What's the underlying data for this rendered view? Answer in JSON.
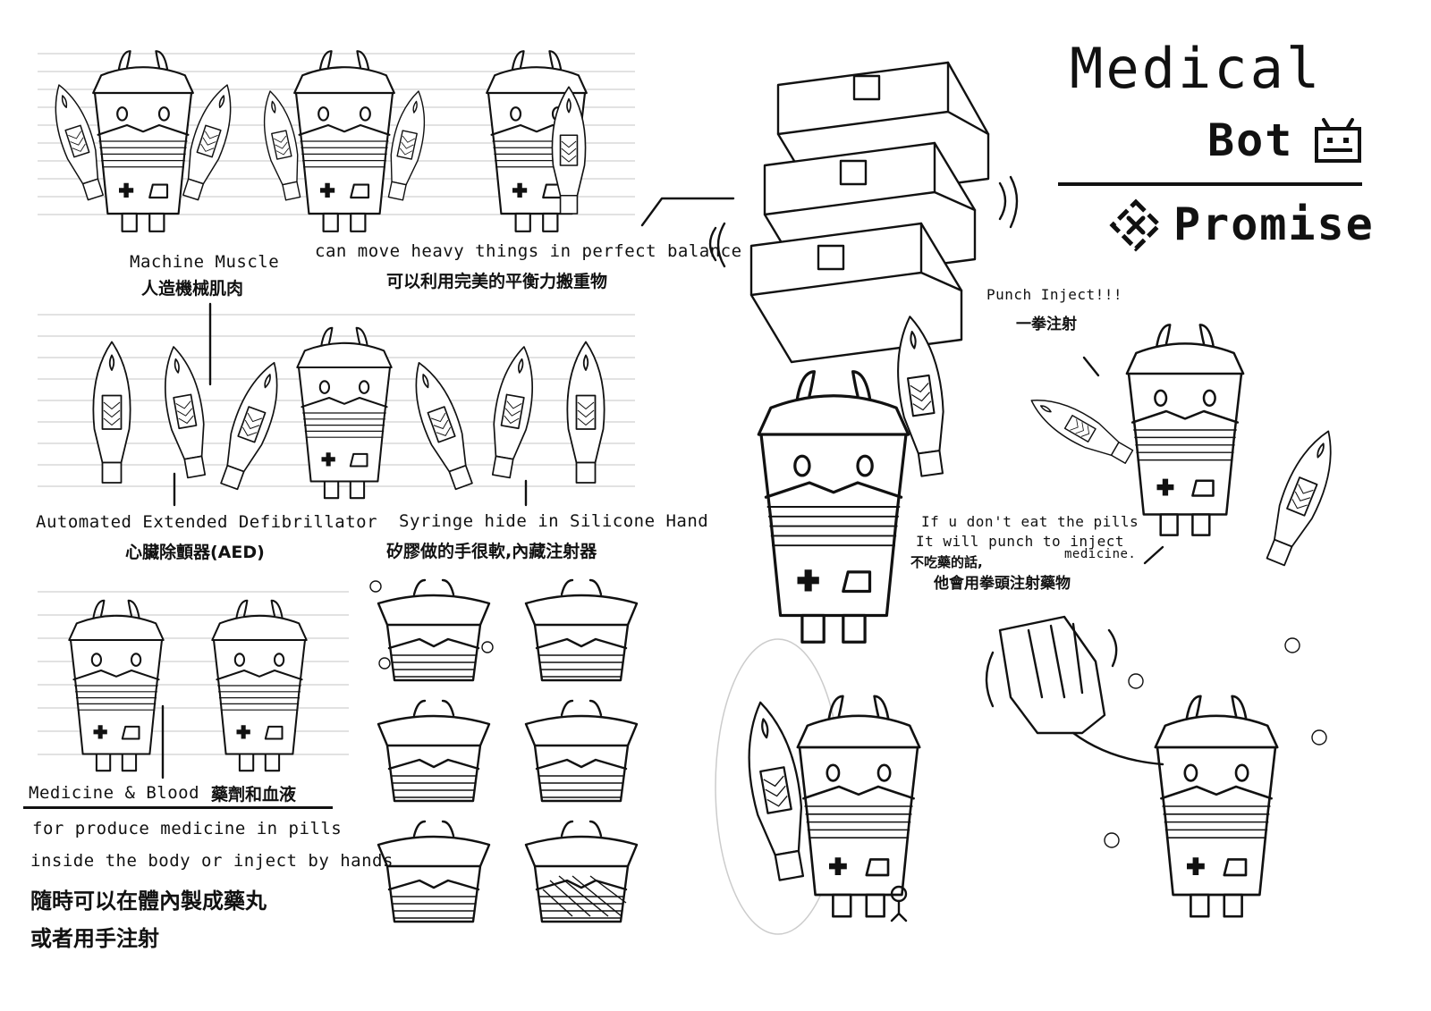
{
  "title": {
    "line1": "Medical",
    "line2": "Bot",
    "brand": "Promise"
  },
  "annotations": {
    "machine_muscle_en": "Machine Muscle",
    "machine_muscle_zh": "人造機械肌肉",
    "balance_en": "can move heavy things in perfect balance",
    "balance_zh": "可以利用完美的平衡力搬重物",
    "aed_en": "Automated Extended Defibrillator",
    "aed_zh": "心臟除顫器(AED)",
    "syringe_en": "Syringe hide in Silicone Hand",
    "syringe_zh": "矽膠做的手很軟,內藏注射器",
    "punch_en": "Punch Inject!!!",
    "punch_zh": "一拳注射",
    "pills_en_1": "If u don't eat the pills",
    "pills_en_2": "It will punch to inject",
    "pills_en_3": "medicine.",
    "pills_zh_1": "不吃藥的話,",
    "pills_zh_2": "他會用拳頭注射藥物",
    "medicine_heading_en": "Medicine & Blood",
    "medicine_heading_zh": "藥劑和血液",
    "medicine_body_1": "for produce medicine in pills",
    "medicine_body_2": "inside the body or inject by hands",
    "medicine_body_3": "隨時可以在體內製成藥丸",
    "medicine_body_4": "或者用手注射"
  },
  "icons": {
    "logo": "promise-logo-icon",
    "bot_face": "bot-face-icon"
  },
  "colors": {
    "ink": "#111111",
    "guide_lines": "#d8d8d8",
    "paper": "#ffffff"
  }
}
